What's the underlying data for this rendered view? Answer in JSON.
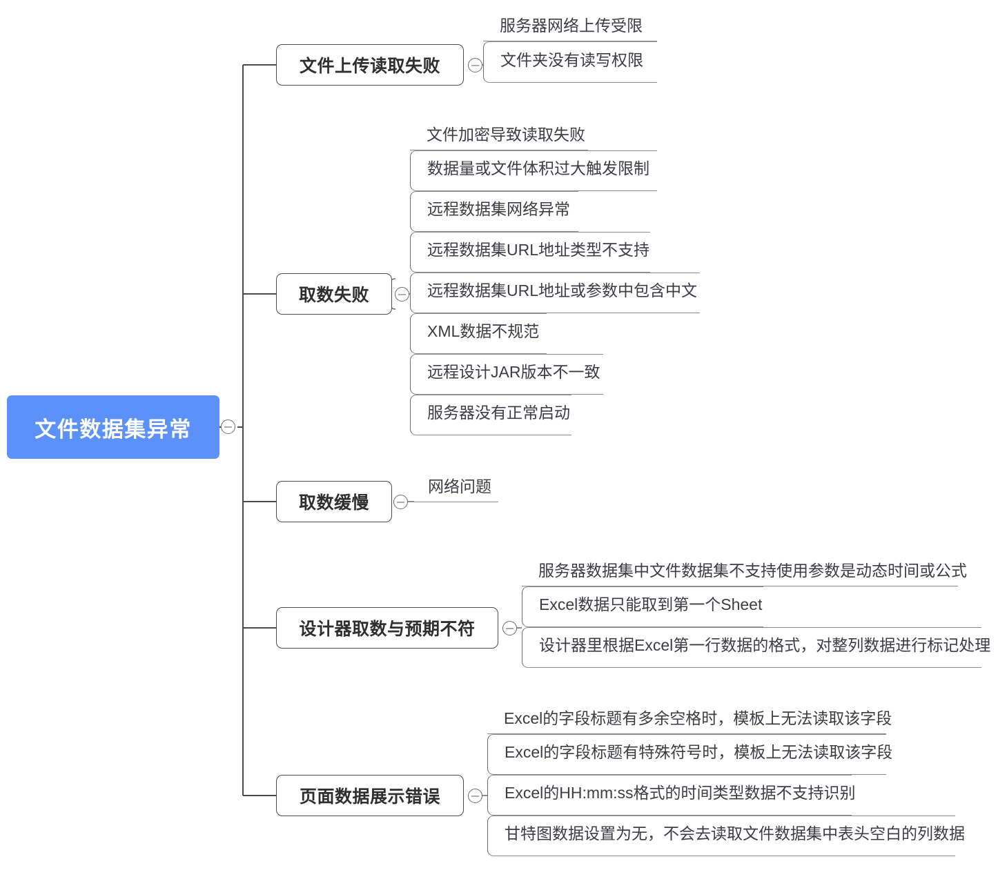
{
  "diagram": {
    "type": "mind-map",
    "title": "文件数据集异常",
    "orientation": "left-to-right",
    "colors": {
      "root_fill": "#5b91f8",
      "root_text": "#ffffff",
      "branch_border": "#4a4a4a",
      "branch_text": "#2f2f2f",
      "leaf_text": "#3c3c46",
      "leaf_rule": "#8d8d8d",
      "connector": "#4a4a4a",
      "background": "#ffffff"
    },
    "icons": {
      "collapse": "minus-circle-icon"
    }
  },
  "root": {
    "label": "文件数据集异常",
    "collapsed": false
  },
  "branches": [
    {
      "label": "文件上传读取失败",
      "children": [
        "服务器网络上传受限",
        "文件夹没有读写权限"
      ]
    },
    {
      "label": "取数失败",
      "children": [
        "文件加密导致读取失败",
        "数据量或文件体积过大触发限制",
        "远程数据集网络异常",
        "远程数据集URL地址类型不支持",
        "远程数据集URL地址或参数中包含中文",
        "XML数据不规范",
        "远程设计JAR版本不一致",
        "服务器没有正常启动"
      ]
    },
    {
      "label": "取数缓慢",
      "children": [
        "网络问题"
      ]
    },
    {
      "label": "设计器取数与预期不符",
      "children": [
        "服务器数据集中文件数据集不支持使用参数是动态时间或公式",
        "Excel数据只能取到第一个Sheet",
        "设计器里根据Excel第一行数据的格式，对整列数据进行标记处理"
      ]
    },
    {
      "label": "页面数据展示错误",
      "children": [
        "Excel的字段标题有多余空格时，模板上无法读取该字段",
        "Excel的字段标题有特殊符号时，模板上无法读取该字段",
        "Excel的HH:mm:ss格式的时间类型数据不支持识别",
        "甘特图数据设置为无，不会去读取文件数据集中表头空白的列数据"
      ]
    }
  ]
}
